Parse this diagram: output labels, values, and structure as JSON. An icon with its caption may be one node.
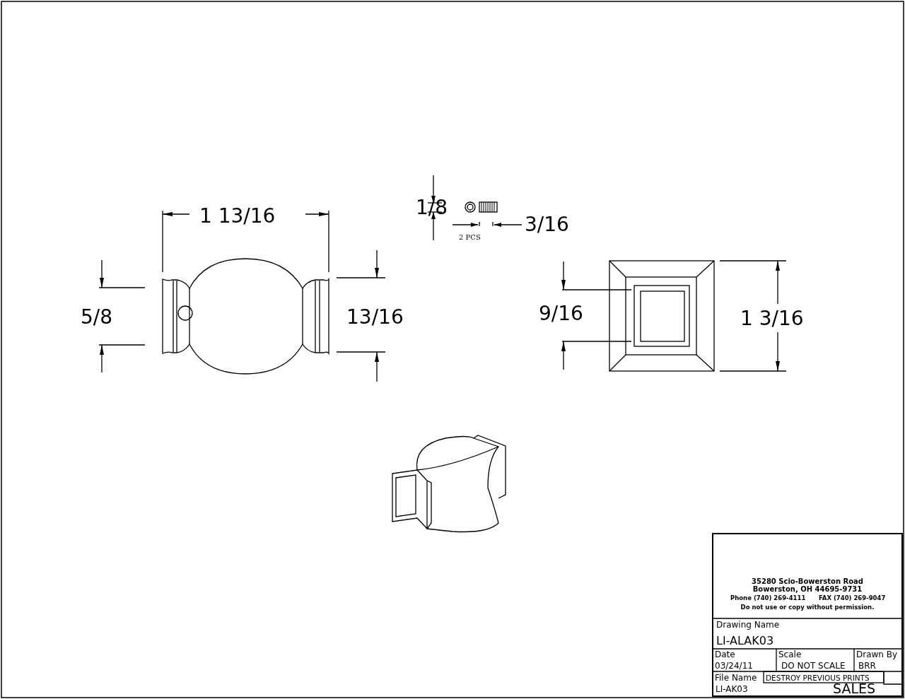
{
  "diagram": {
    "labels": [
      "1/8",
      "3/16",
      "2 PCS",
      "1 13/16",
      "5/8",
      "13/16",
      "9/16",
      "1 3/16",
      "35280 Scio-Bowerston Road",
      "Bowerston, OH 44695-9731",
      "Phone (740) 269-4111",
      "FAX (740) 269-9047",
      "Do not use or copy without permission.",
      "Drawing Name",
      "LI-ALAK03",
      "Date",
      "Scale",
      "Drawn By",
      "03/24/11",
      "DO NOT SCALE",
      "BRR",
      "File Name",
      "DESTROY PREVIOUS PRINTS",
      "LI-AK03",
      "SALES"
    ]
  }
}
